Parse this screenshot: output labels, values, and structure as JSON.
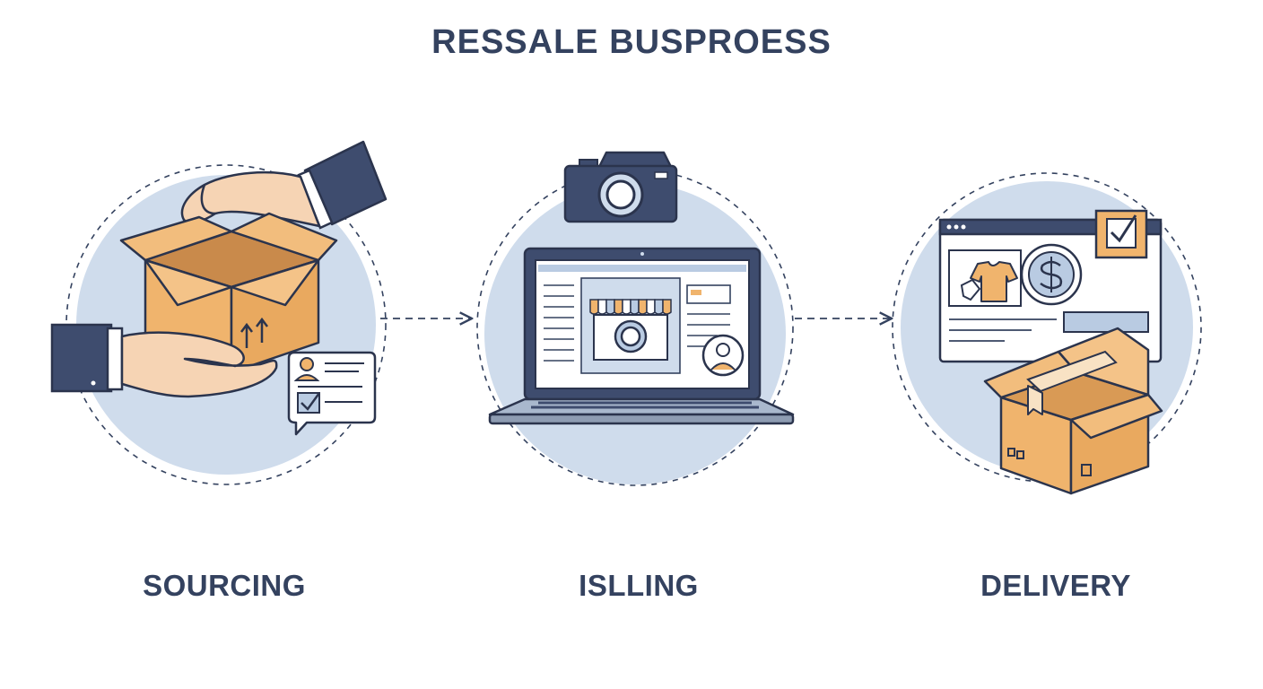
{
  "title": "RESSALE BUSPROESS",
  "steps": [
    {
      "label": "SOURCING",
      "icon": "box-handover-icon"
    },
    {
      "label": "ISLLING",
      "icon": "laptop-storefront-icon"
    },
    {
      "label": "DELIVERY",
      "icon": "order-delivery-icon"
    }
  ],
  "colors": {
    "circle_fill": "#cfdcec",
    "navy": "#34425f",
    "box_orange": "#f0b46d",
    "skin": "#f6d4b4",
    "accent_blue": "#b9cbe2"
  }
}
